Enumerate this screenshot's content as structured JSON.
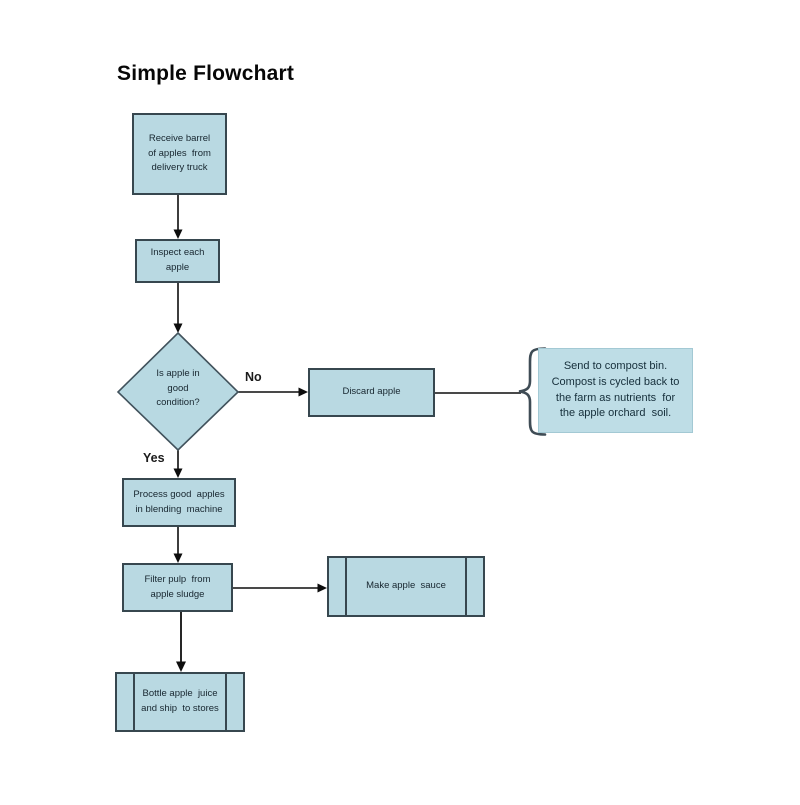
{
  "title": "Simple Flowchart",
  "colors": {
    "node_fill": "#b9d9e2",
    "node_border": "#37474f",
    "note_fill": "#bedde6",
    "connector": "#0d0d0d",
    "text": "#17262f",
    "background": "#ffffff"
  },
  "nodes": {
    "receive": {
      "type": "process",
      "label": "Receive barrel\nof apples  from\ndelivery truck"
    },
    "inspect": {
      "type": "process",
      "label": "Inspect each\napple"
    },
    "condition": {
      "type": "decision",
      "label": "Is apple in\ngood\ncondition?"
    },
    "discard": {
      "type": "process",
      "label": "Discard apple"
    },
    "compost": {
      "type": "brace-note",
      "label": "Send to compost bin.\nCompost is cycled back to\nthe farm as nutrients  for\nthe apple orchard  soil."
    },
    "blend": {
      "type": "process",
      "label": "Process good  apples\nin blending  machine"
    },
    "filter": {
      "type": "process",
      "label": "Filter pulp  from\napple sludge"
    },
    "sauce": {
      "type": "predefined-process",
      "label": "Make apple  sauce"
    },
    "bottle": {
      "type": "predefined-process",
      "label": "Bottle apple  juice\nand ship  to stores"
    }
  },
  "edge_labels": {
    "no": "No",
    "yes": "Yes"
  }
}
